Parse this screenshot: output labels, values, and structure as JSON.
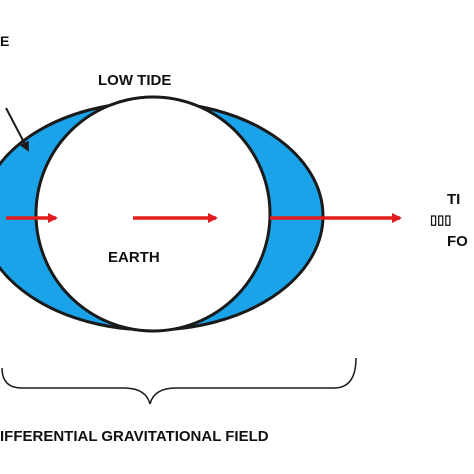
{
  "labels": {
    "top_left_fragment": "E",
    "low_tide": "LOW TIDE",
    "earth": "EARTH",
    "right_fragment_top": "TI",
    "right_fragment_middle": "▯▯▯",
    "right_fragment_bottom": "FO",
    "bottom_caption": "IFFERENTIAL GRAVITATIONAL FIELD"
  },
  "colors": {
    "water": "#1aa3e8",
    "earth_fill": "#ffffff",
    "outline": "#1a1a1a",
    "arrow": "#e31c1c",
    "text": "#111111"
  },
  "icons": {
    "pointer": "pointer-arrow-icon",
    "force_arrows": "force-arrow-icon"
  }
}
